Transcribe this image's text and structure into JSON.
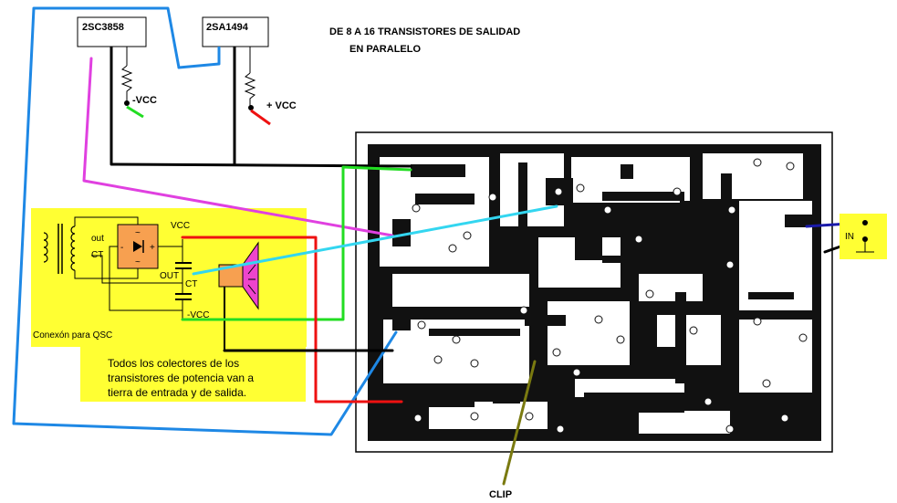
{
  "title": {
    "line1": "DE 8 A 16 TRANSISTORES DE SALIDAD",
    "line2": "EN PARALELO"
  },
  "components": {
    "npn_label": "2SC3858",
    "pnp_label": "2SA1494",
    "neg_supply": "-VCC",
    "pos_supply": "+ VCC"
  },
  "panel": {
    "vcc": "VCC",
    "neg_vcc": "-VCC",
    "out": "OUT",
    "ct": "CT",
    "out_coil": "out",
    "ct_coil": "CT",
    "caption": "Conexón para QSC",
    "note_lines": [
      "Todos los colectores de los",
      "transistores de potencia van a",
      "tierra de entrada y de salida."
    ]
  },
  "input_label": "IN",
  "clip_label": "CLIP",
  "colors": {
    "blue": "#1e88e5",
    "magenta": "#e040e0",
    "green": "#22dd22",
    "red": "#ee1111",
    "cyan": "#33d6f0",
    "olive": "#7a7a10",
    "yellow": "#ffff33",
    "pcb": "#111111",
    "orange": "#f7a050",
    "pink": "#ee44cc"
  }
}
